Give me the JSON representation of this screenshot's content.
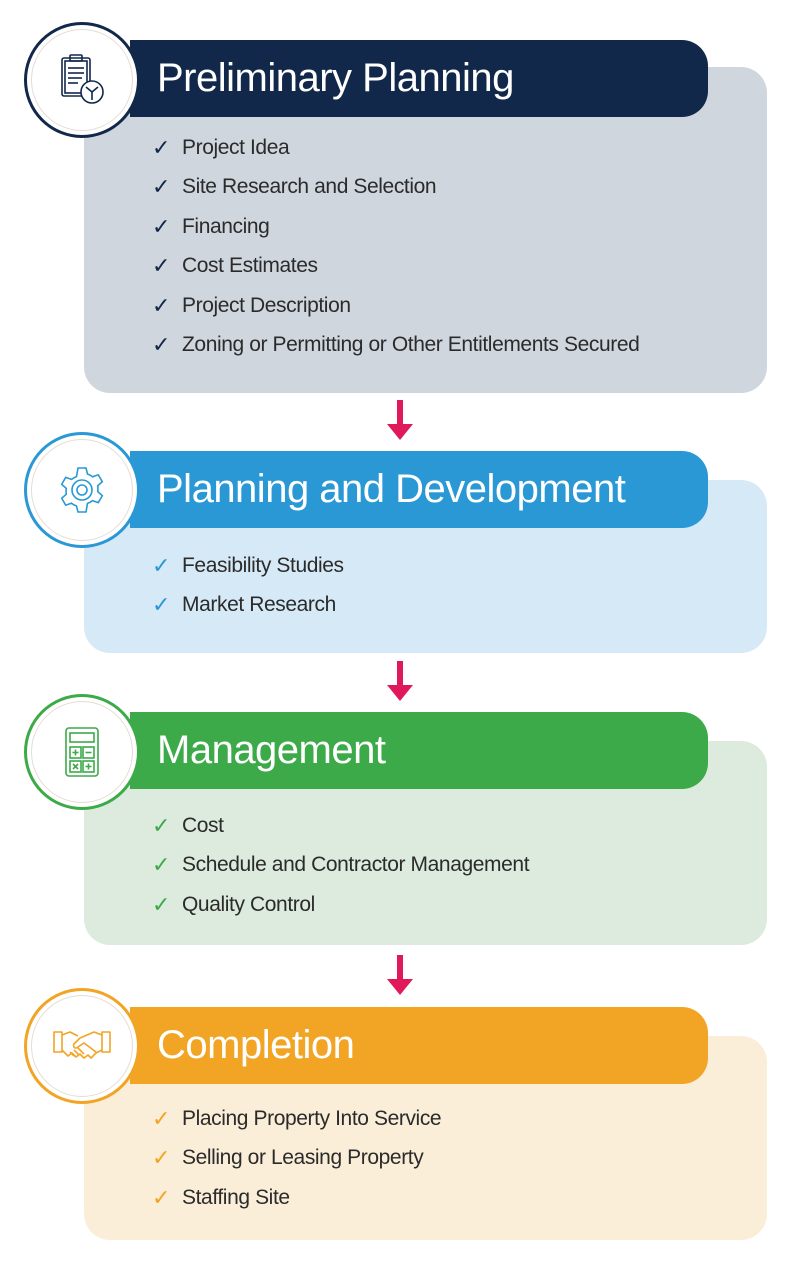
{
  "colors": {
    "arrow": "#e0195a",
    "text": "#2b2b2b"
  },
  "stages": [
    {
      "title": "Preliminary Planning",
      "icon": "clipboard-clock-icon",
      "accent": "#12284a",
      "card_bg": "#cfd6de",
      "check": "✓",
      "items": [
        "Project Idea",
        "Site Research and Selection",
        "Financing",
        "Cost Estimates",
        "Project Description",
        "Zoning or Permitting or Other Entitlements Secured"
      ]
    },
    {
      "title": "Planning and Development",
      "icon": "gear-icon",
      "accent": "#2a98d5",
      "card_bg": "#d6e9f6",
      "check": "✓",
      "items": [
        "Feasibility Studies",
        "Market Research"
      ]
    },
    {
      "title": "Management",
      "icon": "calculator-icon",
      "accent": "#3daa4a",
      "card_bg": "#dcebdd",
      "check": "✓",
      "items": [
        "Cost",
        "Schedule and Contractor Management",
        "Quality Control"
      ]
    },
    {
      "title": "Completion",
      "icon": "handshake-icon",
      "accent": "#f2a424",
      "card_bg": "#fbeed8",
      "check": "✓",
      "items": [
        "Placing Property Into Service",
        "Selling or Leasing Property",
        "Staffing Site"
      ]
    }
  ]
}
